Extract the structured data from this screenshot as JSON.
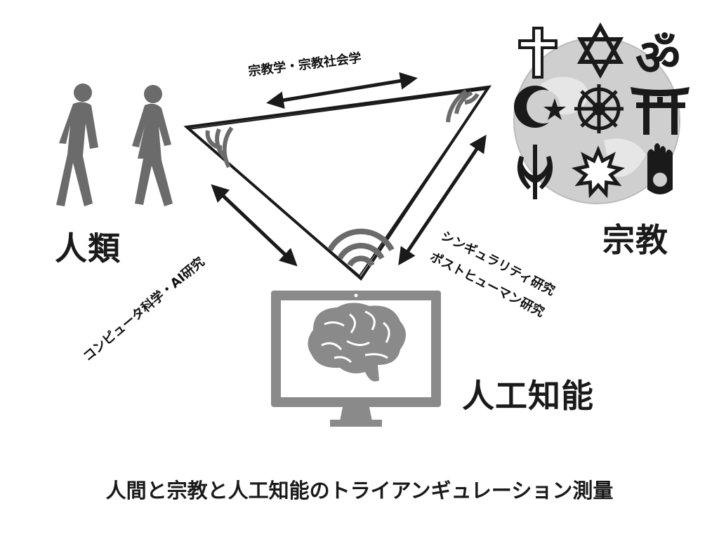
{
  "nodes": {
    "humans": "人類",
    "religion": "宗教",
    "ai": "人工知能"
  },
  "edges": {
    "humans_religion": "宗教学・宗教社会学",
    "humans_ai": "コンピュータ科学・AI研究",
    "religion_ai_line1": "シンギュラリティ研究",
    "religion_ai_line2": "ポストヒューマン研究"
  },
  "caption": "人間と宗教と人工知能のトライアンギュレーション測量",
  "colors": {
    "ink": "#1a1a1a",
    "figure_gray": "#6b6b6b",
    "monitor_gray": "#8a8a8a",
    "globe_gray": "#cfcfcf"
  },
  "icons": [
    "cross-icon",
    "star-of-david-icon",
    "om-icon",
    "crescent-star-icon",
    "dharma-wheel-icon",
    "torii-icon",
    "khanda-icon",
    "nine-pointed-star-icon",
    "jain-hand-icon",
    "brain-icon",
    "monitor-icon",
    "walking-man-icon",
    "walking-woman-icon"
  ]
}
